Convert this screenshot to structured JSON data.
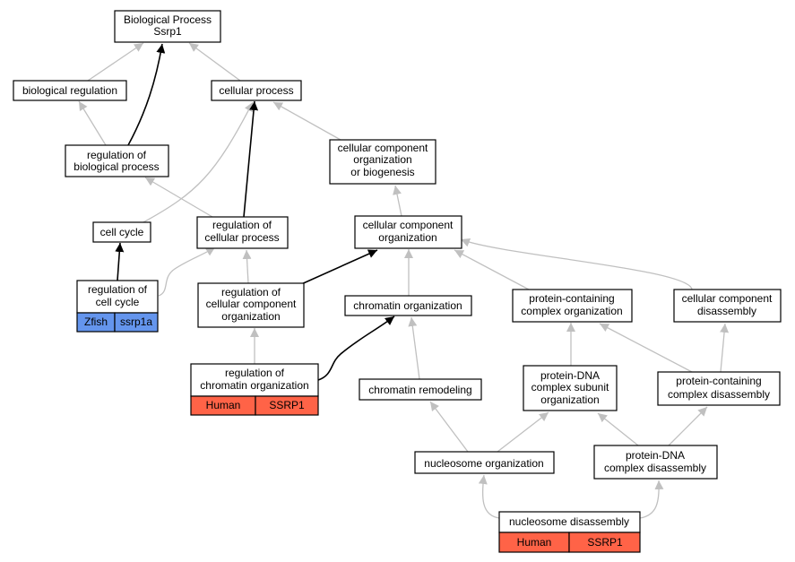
{
  "colors": {
    "human": "#ff6347",
    "zfish": "#6495ed",
    "edge_gray": "#c0c0c0",
    "edge_black": "#000000"
  },
  "nodes": {
    "bp_root": [
      "Biological Process",
      "Ssrp1"
    ],
    "biological_regulation": [
      "biological regulation"
    ],
    "cellular_process": [
      "cellular process"
    ],
    "regulation_of_biological_process": [
      "regulation of",
      "biological process"
    ],
    "ccob": [
      "cellular component",
      "organization",
      "or biogenesis"
    ],
    "cell_cycle": [
      "cell cycle"
    ],
    "regulation_of_cellular_process": [
      "regulation of",
      "cellular process"
    ],
    "cellular_component_organization": [
      "cellular component",
      "organization"
    ],
    "regulation_of_cell_cycle": [
      "regulation of",
      "cell cycle"
    ],
    "regulation_of_ccorg": [
      "regulation of",
      "cellular component",
      "organization"
    ],
    "chromatin_organization": [
      "chromatin organization"
    ],
    "protein_containing_complex_organization": [
      "protein-containing",
      "complex organization"
    ],
    "cellular_component_disassembly": [
      "cellular component",
      "disassembly"
    ],
    "regulation_of_chromatin_organization": [
      "regulation of",
      "chromatin organization"
    ],
    "chromatin_remodeling": [
      "chromatin remodeling"
    ],
    "protein_dna_complex_subunit_organization": [
      "protein-DNA",
      "complex subunit",
      "organization"
    ],
    "protein_containing_complex_disassembly": [
      "protein-containing",
      "complex disassembly"
    ],
    "nucleosome_organization": [
      "nucleosome organization"
    ],
    "protein_dna_complex_disassembly": [
      "protein-DNA",
      "complex disassembly"
    ],
    "nucleosome_disassembly": [
      "nucleosome disassembly"
    ]
  },
  "annotations": {
    "regulation_of_cell_cycle": {
      "species": "Zfish",
      "gene": "ssrp1a"
    },
    "regulation_of_chromatin_organization": {
      "species": "Human",
      "gene": "SSRP1"
    },
    "nucleosome_disassembly": {
      "species": "Human",
      "gene": "SSRP1"
    }
  }
}
